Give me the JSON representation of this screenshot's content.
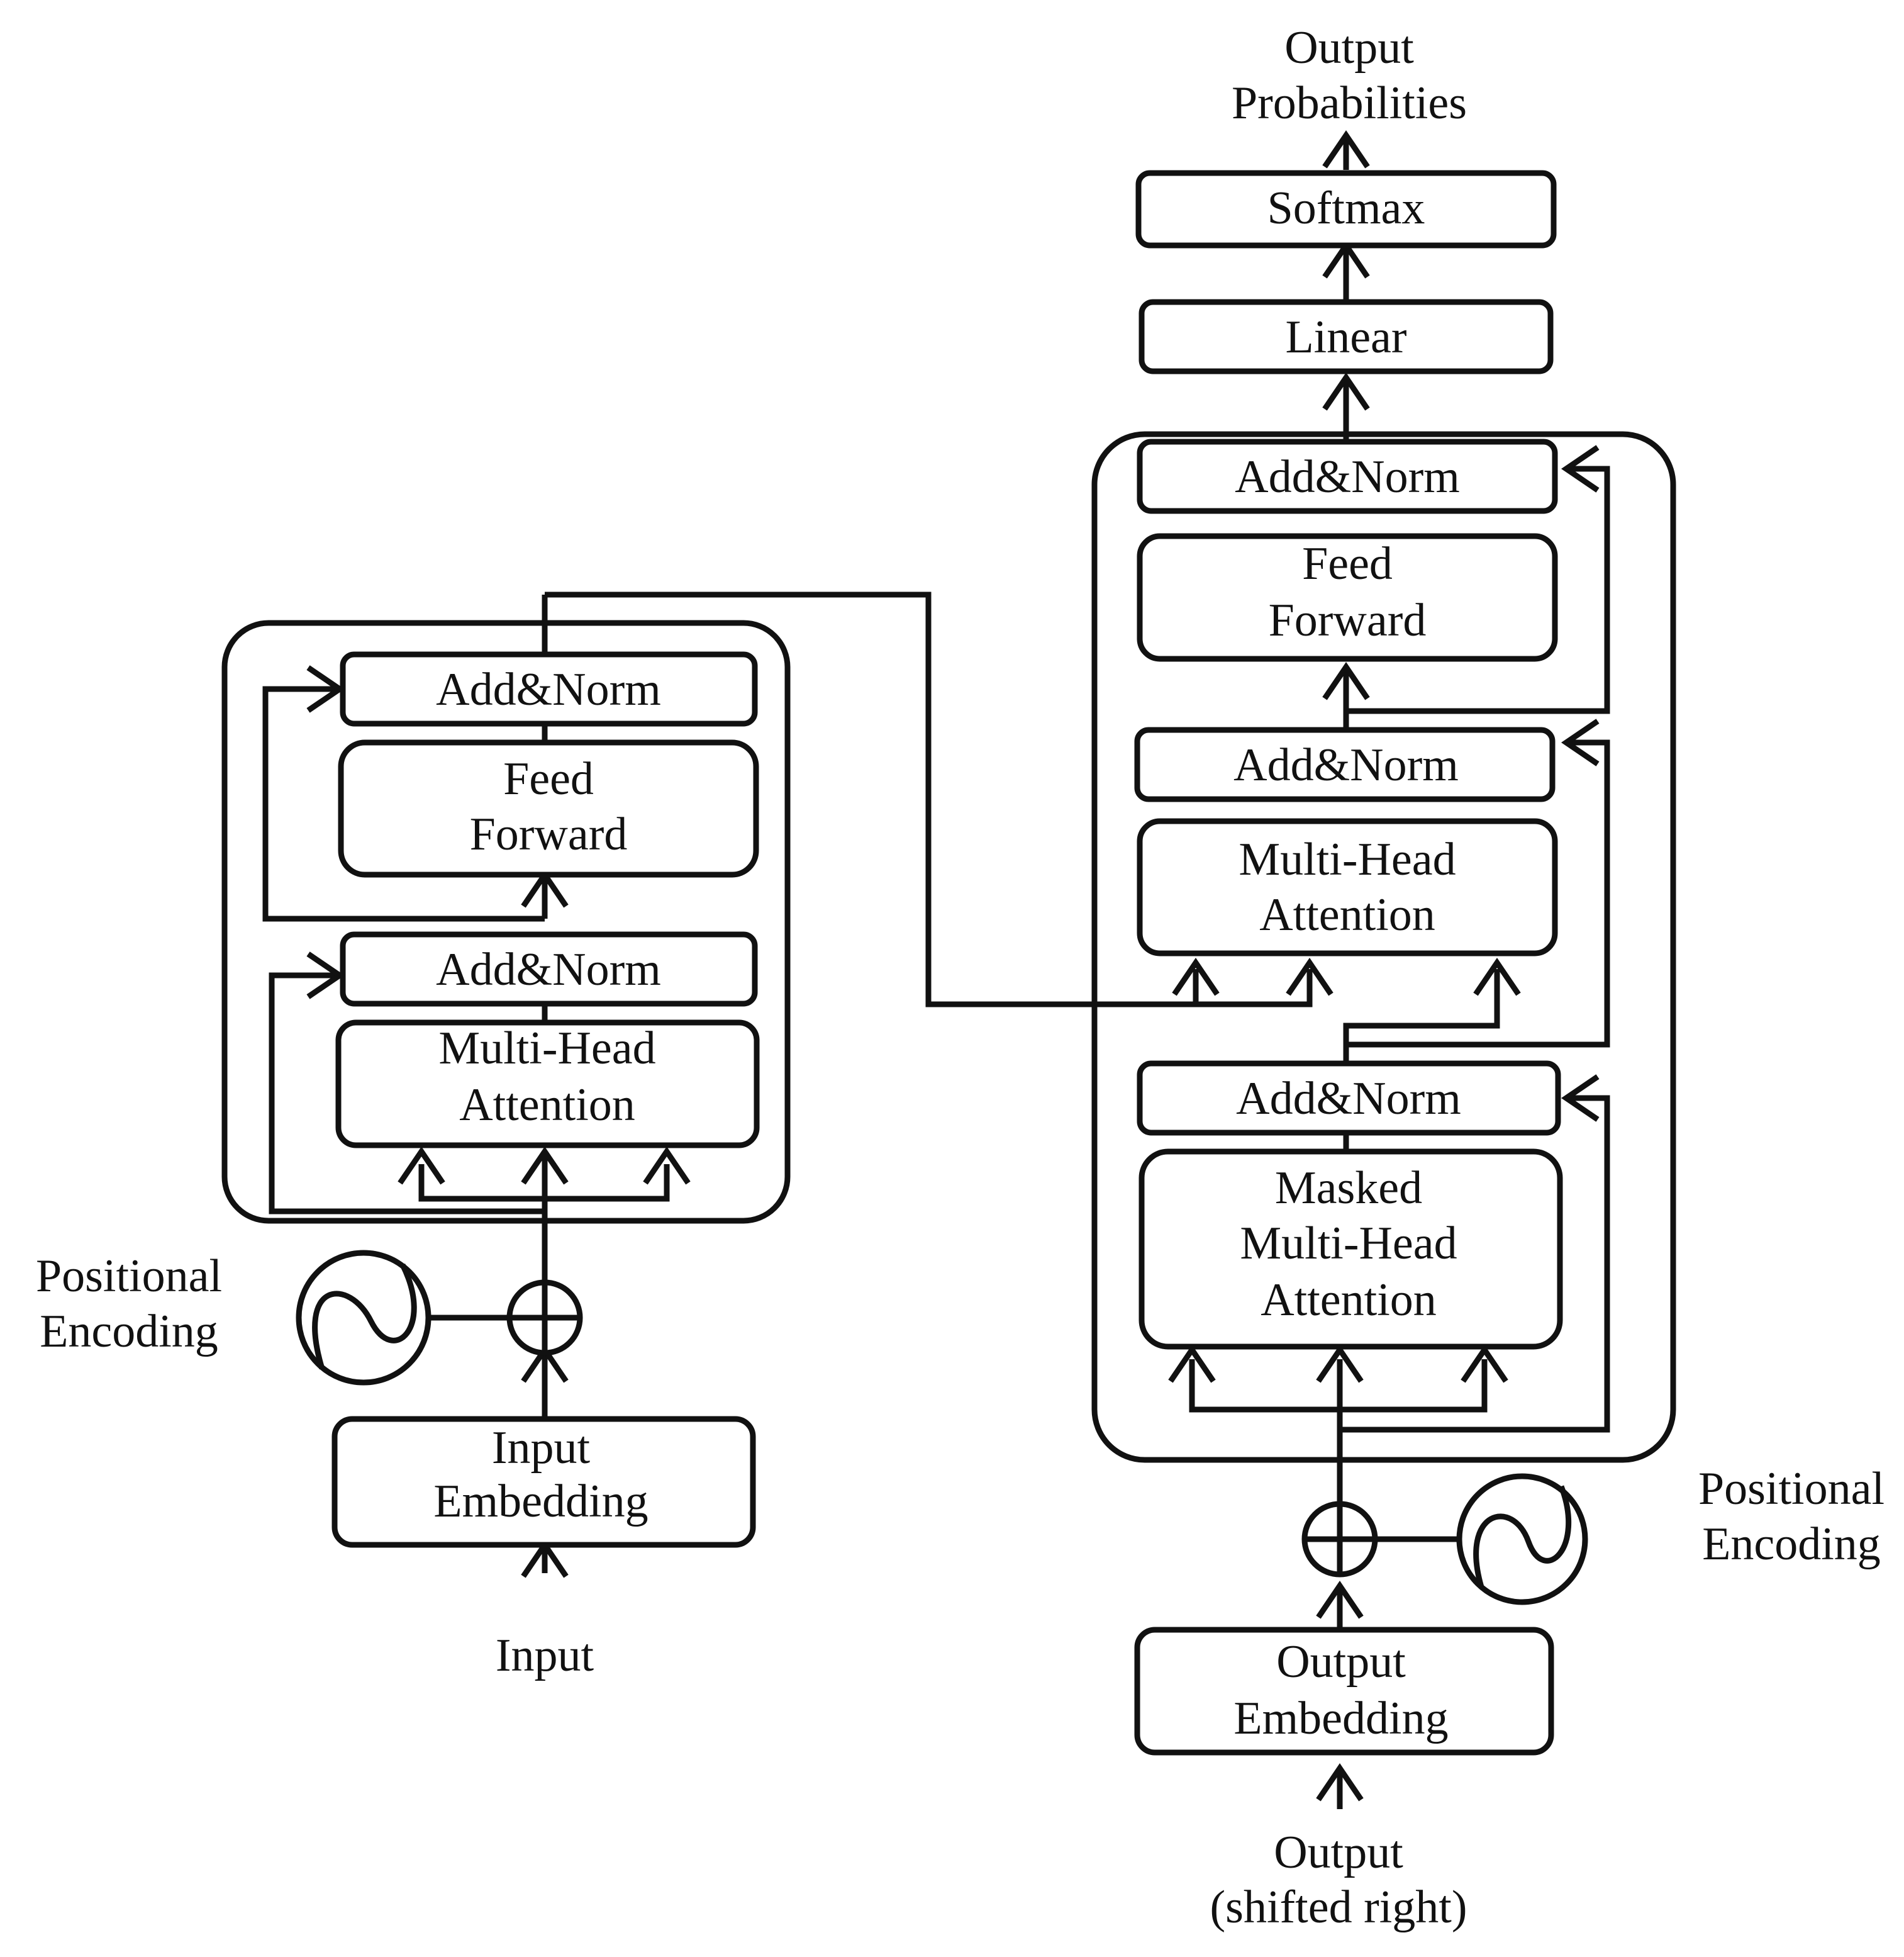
{
  "encoder": {
    "add_norm_top": "Add&Norm",
    "feed_forward": [
      "Feed",
      "Forward"
    ],
    "add_norm_bottom": "Add&Norm",
    "attention": [
      "Multi-Head",
      "Attention"
    ],
    "input_embedding": [
      "Input",
      "Embedding"
    ],
    "input": "Input",
    "positional_encoding": [
      "Positional",
      "Encoding"
    ]
  },
  "decoder": {
    "output_probabilities": [
      "Output",
      "Probabilities"
    ],
    "softmax": "Softmax",
    "linear": "Linear",
    "add_norm_top": "Add&Norm",
    "feed_forward": [
      "Feed",
      "Forward"
    ],
    "add_norm_middle": "Add&Norm",
    "attention": [
      "Multi-Head",
      "Attention"
    ],
    "add_norm_bottom": "Add&Norm",
    "masked_attention": [
      "Masked",
      "Multi-Head",
      "Attention"
    ],
    "output_embedding": [
      "Output",
      "Embedding"
    ],
    "output": [
      "Output",
      "(shifted right)"
    ],
    "positional_encoding": [
      "Positional",
      "Encoding"
    ]
  },
  "icons": {
    "adder": "circle-plus-icon",
    "positional_wave": "sine-wave-icon"
  },
  "colors": {
    "stroke": "#111111",
    "background": "#ffffff"
  }
}
